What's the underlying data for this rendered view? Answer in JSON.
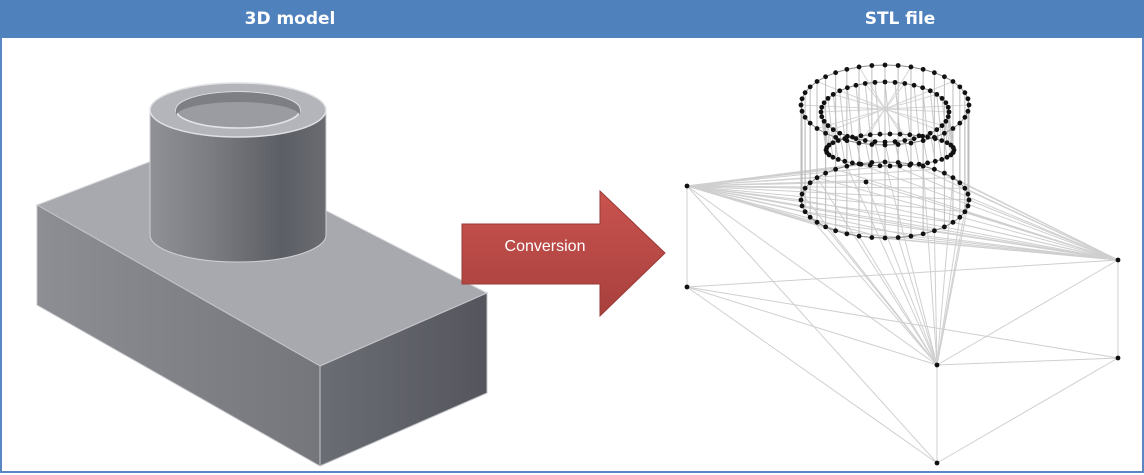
{
  "header": {
    "left_title": "3D model",
    "right_title": "STL file"
  },
  "arrow": {
    "label": "Conversion"
  },
  "colors": {
    "header": "#4f81bd",
    "arrow": "#c0504d",
    "model_top": "#a6a8ad",
    "model_left": "#7b7d82",
    "model_right": "#5f6068",
    "wire": "#cfcfcf",
    "vertex": "#111111"
  }
}
